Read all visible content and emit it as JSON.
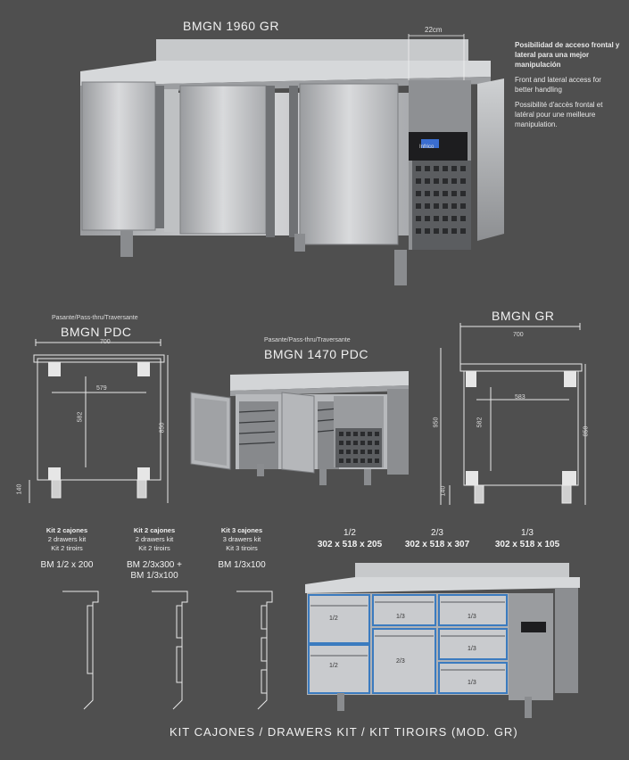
{
  "top": {
    "model": "BMGN 1960 GR",
    "dimension": "22cm",
    "brand": "Infrico",
    "access_es": "Posibilidad de acceso frontal y lateral para una mejor manipulación",
    "access_en": "Front and lateral access for better handling",
    "access_fr": "Possibilité d'accès frontal et latéral pour une meilleure manipulation."
  },
  "pdc": {
    "pass": "Pasante/Pass-thru/Traversante",
    "model": "BMGN PDC",
    "width": "700",
    "inner_width": "579",
    "inner_height": "582",
    "height": "850",
    "leg": "140"
  },
  "pdc1470": {
    "pass": "Pasante/Pass-thru/Traversante",
    "model": "BMGN 1470 PDC"
  },
  "gr": {
    "model": "BMGN GR",
    "width": "700",
    "inner_width": "583",
    "depth": "950",
    "inner_height": "582",
    "height": "850",
    "leg": "140"
  },
  "kits": [
    {
      "es": "Kit 2 cajones",
      "en": "2 drawers kit",
      "fr": "Kit 2 tiroirs",
      "model": "BM 1/2 x 200"
    },
    {
      "es": "Kit 2 cajones",
      "en": "2 drawers kit",
      "fr": "Kit 2 tiroirs",
      "model": "BM 2/3x300 +",
      "model2": "BM 1/3x100"
    },
    {
      "es": "Kit 3 cajones",
      "en": "3 drawers kit",
      "fr": "Kit 3 tiroirs",
      "model": "BM 1/3x100"
    }
  ],
  "specs": [
    {
      "frac": "1/2",
      "dims": "302 x 518 x 205"
    },
    {
      "frac": "2/3",
      "dims": "302 x 518 x 307"
    },
    {
      "frac": "1/3",
      "dims": "302 x 518 x 105"
    }
  ],
  "drawer_labels": {
    "half": "1/2",
    "two_third": "2/3",
    "third": "1/3"
  },
  "footer": "KIT CAJONES / DRAWERS KIT / KIT TIROIRS (MOD. GR)"
}
